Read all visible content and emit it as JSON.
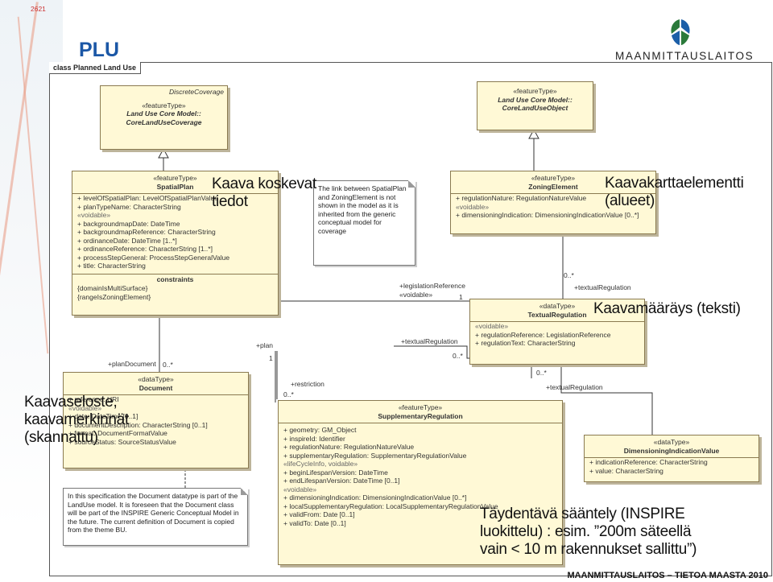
{
  "slide": {
    "title": "PLU",
    "logo_text": "MAANMITTAUSLAITOS",
    "map_label": "2621",
    "footer": "MAANMITTAUSLAITOS – TIETOA MAASTA 2010"
  },
  "diagram": {
    "frame_label": "class Planned Land Use",
    "discrete_coverage": "DiscreteCoverage",
    "core_coverage": {
      "stereotype": "«featureType»",
      "line1": "Land Use Core Model::",
      "line2": "CoreLandUseCoverage"
    },
    "core_object": {
      "stereotype": "«featureType»",
      "line1": "Land Use Core Model::",
      "line2": "CoreLandUseObject"
    },
    "spatial_plan": {
      "stereotype": "«featureType»",
      "name": "SpatialPlan",
      "attrs": [
        "+ levelOfSpatialPlan: LevelOfSpatialPlanValue",
        "+ planTypeName: CharacterString"
      ],
      "voidable_label": "«voidable»",
      "voidable_attrs": [
        "+ backgroundmapDate: DateTime",
        "+ backgroundmapReference: CharacterString",
        "+ ordinanceDate: DateTime [1..*]",
        "+ ordinanceReference: CharacterString [1..*]",
        "+ processStepGeneral: ProcessStepGeneralValue",
        "+ title: CharacterString"
      ],
      "constraints_label": "constraints",
      "constraints": [
        "{domainIsMultiSurface}",
        "{rangeIsZoningElement}"
      ]
    },
    "note_link": "The link between SpatialPlan and ZoningElement is not shown in the model as it is inherited from the generic conceptual model for coverage",
    "zoning_element": {
      "stereotype": "«featureType»",
      "name": "ZoningElement",
      "attrs": [
        "+ regulationNature: RegulationNatureValue"
      ],
      "voidable_label": "«voidable»",
      "voidable_attrs": [
        "+ dimensioningIndication: DimensioningIndicationValue [0..*]"
      ]
    },
    "textual_regulation": {
      "stereotype": "«dataType»",
      "name": "TextualRegulation",
      "voidable_label": "«voidable»",
      "voidable_attrs": [
        "+ regulationReference: LegislationReference",
        "+ regulationText: CharacterString"
      ]
    },
    "document": {
      "stereotype": "«dataType»",
      "name": "Document",
      "attrs": [
        "+ reference: URI"
      ],
      "voidable_label": "«voidable»",
      "voidable_attrs": [
        "+ date: DateTime [0..1]",
        "+ documentDescription: CharacterString [0..1]",
        "+ format: DocumentFormatValue",
        "+ sourceStatus: SourceStatusValue"
      ]
    },
    "note_document": "In this specification the Document datatype is part of the LandUse model. It is foreseen that the Document class will be part of the INSPIRE Generic Conceptual Model in the future. The current definition of Document is copied from the theme BU.",
    "supplementary_regulation": {
      "stereotype": "«featureType»",
      "name": "SupplementaryRegulation",
      "attrs": [
        "+ geometry: GM_Object",
        "+ inspireId: Identifier",
        "+ regulationNature: RegulationNatureValue",
        "+ supplementaryRegulation: SupplementaryRegulationValue"
      ],
      "lifecycle_label": "«lifeCycleInfo, voidable»",
      "lifecycle_attrs": [
        "+ beginLifespanVersion: DateTime",
        "+ endLifespanVersion: DateTime [0..1]"
      ],
      "voidable_label": "«voidable»",
      "voidable_attrs": [
        "+ dimensioningIndication: DimensioningIndicationValue [0..*]",
        "+ localSupplementaryRegulation: LocalSupplementaryRegulationValue",
        "+ validFrom: Date [0..1]",
        "+ validTo: Date [0..1]"
      ]
    },
    "dimensioning_indication": {
      "stereotype": "«dataType»",
      "name": "DimensioningIndicationValue",
      "attrs": [
        "+ indicationReference: CharacterString",
        "+ value: CharacterString"
      ]
    },
    "labels": {
      "legislation_reference": "+legislationReference",
      "legislation_voidable": "«voidable»",
      "legislation_mult": "1",
      "textual_regulation_zoning": "+textualRegulation",
      "zoning_mult": "0..*",
      "textual_regulation_mid": "+textualRegulation",
      "mid_mult": "0..*",
      "textual_regulation_supp": "+textualRegulation",
      "supp_mult": "0..*",
      "plan": "+plan",
      "plan_mult": "1",
      "plan_document": "+planDocument",
      "plan_document_mult": "0..*",
      "restriction": "+restriction",
      "restriction_mult": "0..*"
    }
  },
  "annotations": {
    "kaava_koskevat_1": "Kaava koskevat",
    "kaava_koskevat_2": "tiedot",
    "kaavakartta_1": "Kaavakarttaelementti",
    "kaavakartta_2": "(alueet)",
    "kaavamaarays": "Kaavamääräys (teksti)",
    "kaavaseloste_1": "Kaavaseloste,",
    "kaavaseloste_2": "kaavamerkinnät",
    "kaavaseloste_3": "(skannattu)",
    "taydentava_1": "Täydentävä sääntely (INSPIRE",
    "taydentava_2": "luokittelu) : esim. ”200m säteellä",
    "taydentava_3": "vain < 10 m rakennukset sallittu”)"
  }
}
